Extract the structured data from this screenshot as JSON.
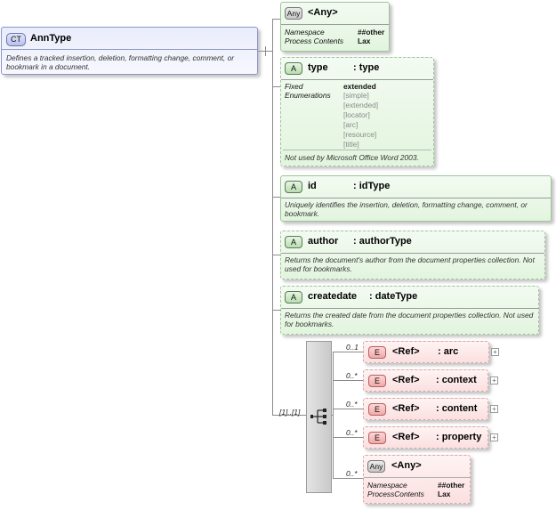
{
  "complex_type": {
    "badge": "CT",
    "name": "AnnType",
    "doc": "Defines a tracked insertion, deletion, formatting change, comment, or bookmark in a document."
  },
  "any_attr": {
    "badge": "Any",
    "name": "<Any>",
    "ns_label": "Namespace",
    "ns_value": "##other",
    "pc_label": "Process Contents",
    "pc_value": "Lax"
  },
  "attr_type": {
    "badge": "A",
    "name": "type",
    "type": ": type",
    "fixed_label": "Fixed",
    "fixed_value": "extended",
    "enum_label": "Enumerations",
    "enumerations": [
      "[simple]",
      "[extended]",
      "[locator]",
      "[arc]",
      "[resource]",
      "[title]"
    ],
    "doc": "Not used by Microsoft Office Word 2003."
  },
  "attr_id": {
    "badge": "A",
    "name": "id",
    "type": ": idType",
    "doc": "Uniquely identifies the insertion, deletion, formatting change, comment, or bookmark."
  },
  "attr_author": {
    "badge": "A",
    "name": "author",
    "type": ": authorType",
    "doc": "Returns the document's author from the document properties collection. Not used for bookmarks."
  },
  "attr_createdate": {
    "badge": "A",
    "name": "createdate",
    "type": ": dateType",
    "doc": "Returns the created date from the document properties collection. Not used for bookmarks."
  },
  "sequence": {
    "cardinality": "[1]..[1]"
  },
  "elements": [
    {
      "badge": "E",
      "ref": "<Ref>",
      "name": ": arc",
      "cardinality": "0..1"
    },
    {
      "badge": "E",
      "ref": "<Ref>",
      "name": ": context",
      "cardinality": "0..*"
    },
    {
      "badge": "E",
      "ref": "<Ref>",
      "name": ": content",
      "cardinality": "0..*"
    },
    {
      "badge": "E",
      "ref": "<Ref>",
      "name": ": property",
      "cardinality": "0..*"
    }
  ],
  "any_elem": {
    "badge": "Any",
    "name": "<Any>",
    "cardinality": "0..*",
    "ns_label": "Namespace",
    "ns_value": "##other",
    "pc_label": "ProcessContents",
    "pc_value": "Lax"
  },
  "colors": {
    "complex_type": "#e9ecfb",
    "attribute": "#e2f5de",
    "element": "#fbe0e0",
    "connector": "#8a8a8a"
  }
}
